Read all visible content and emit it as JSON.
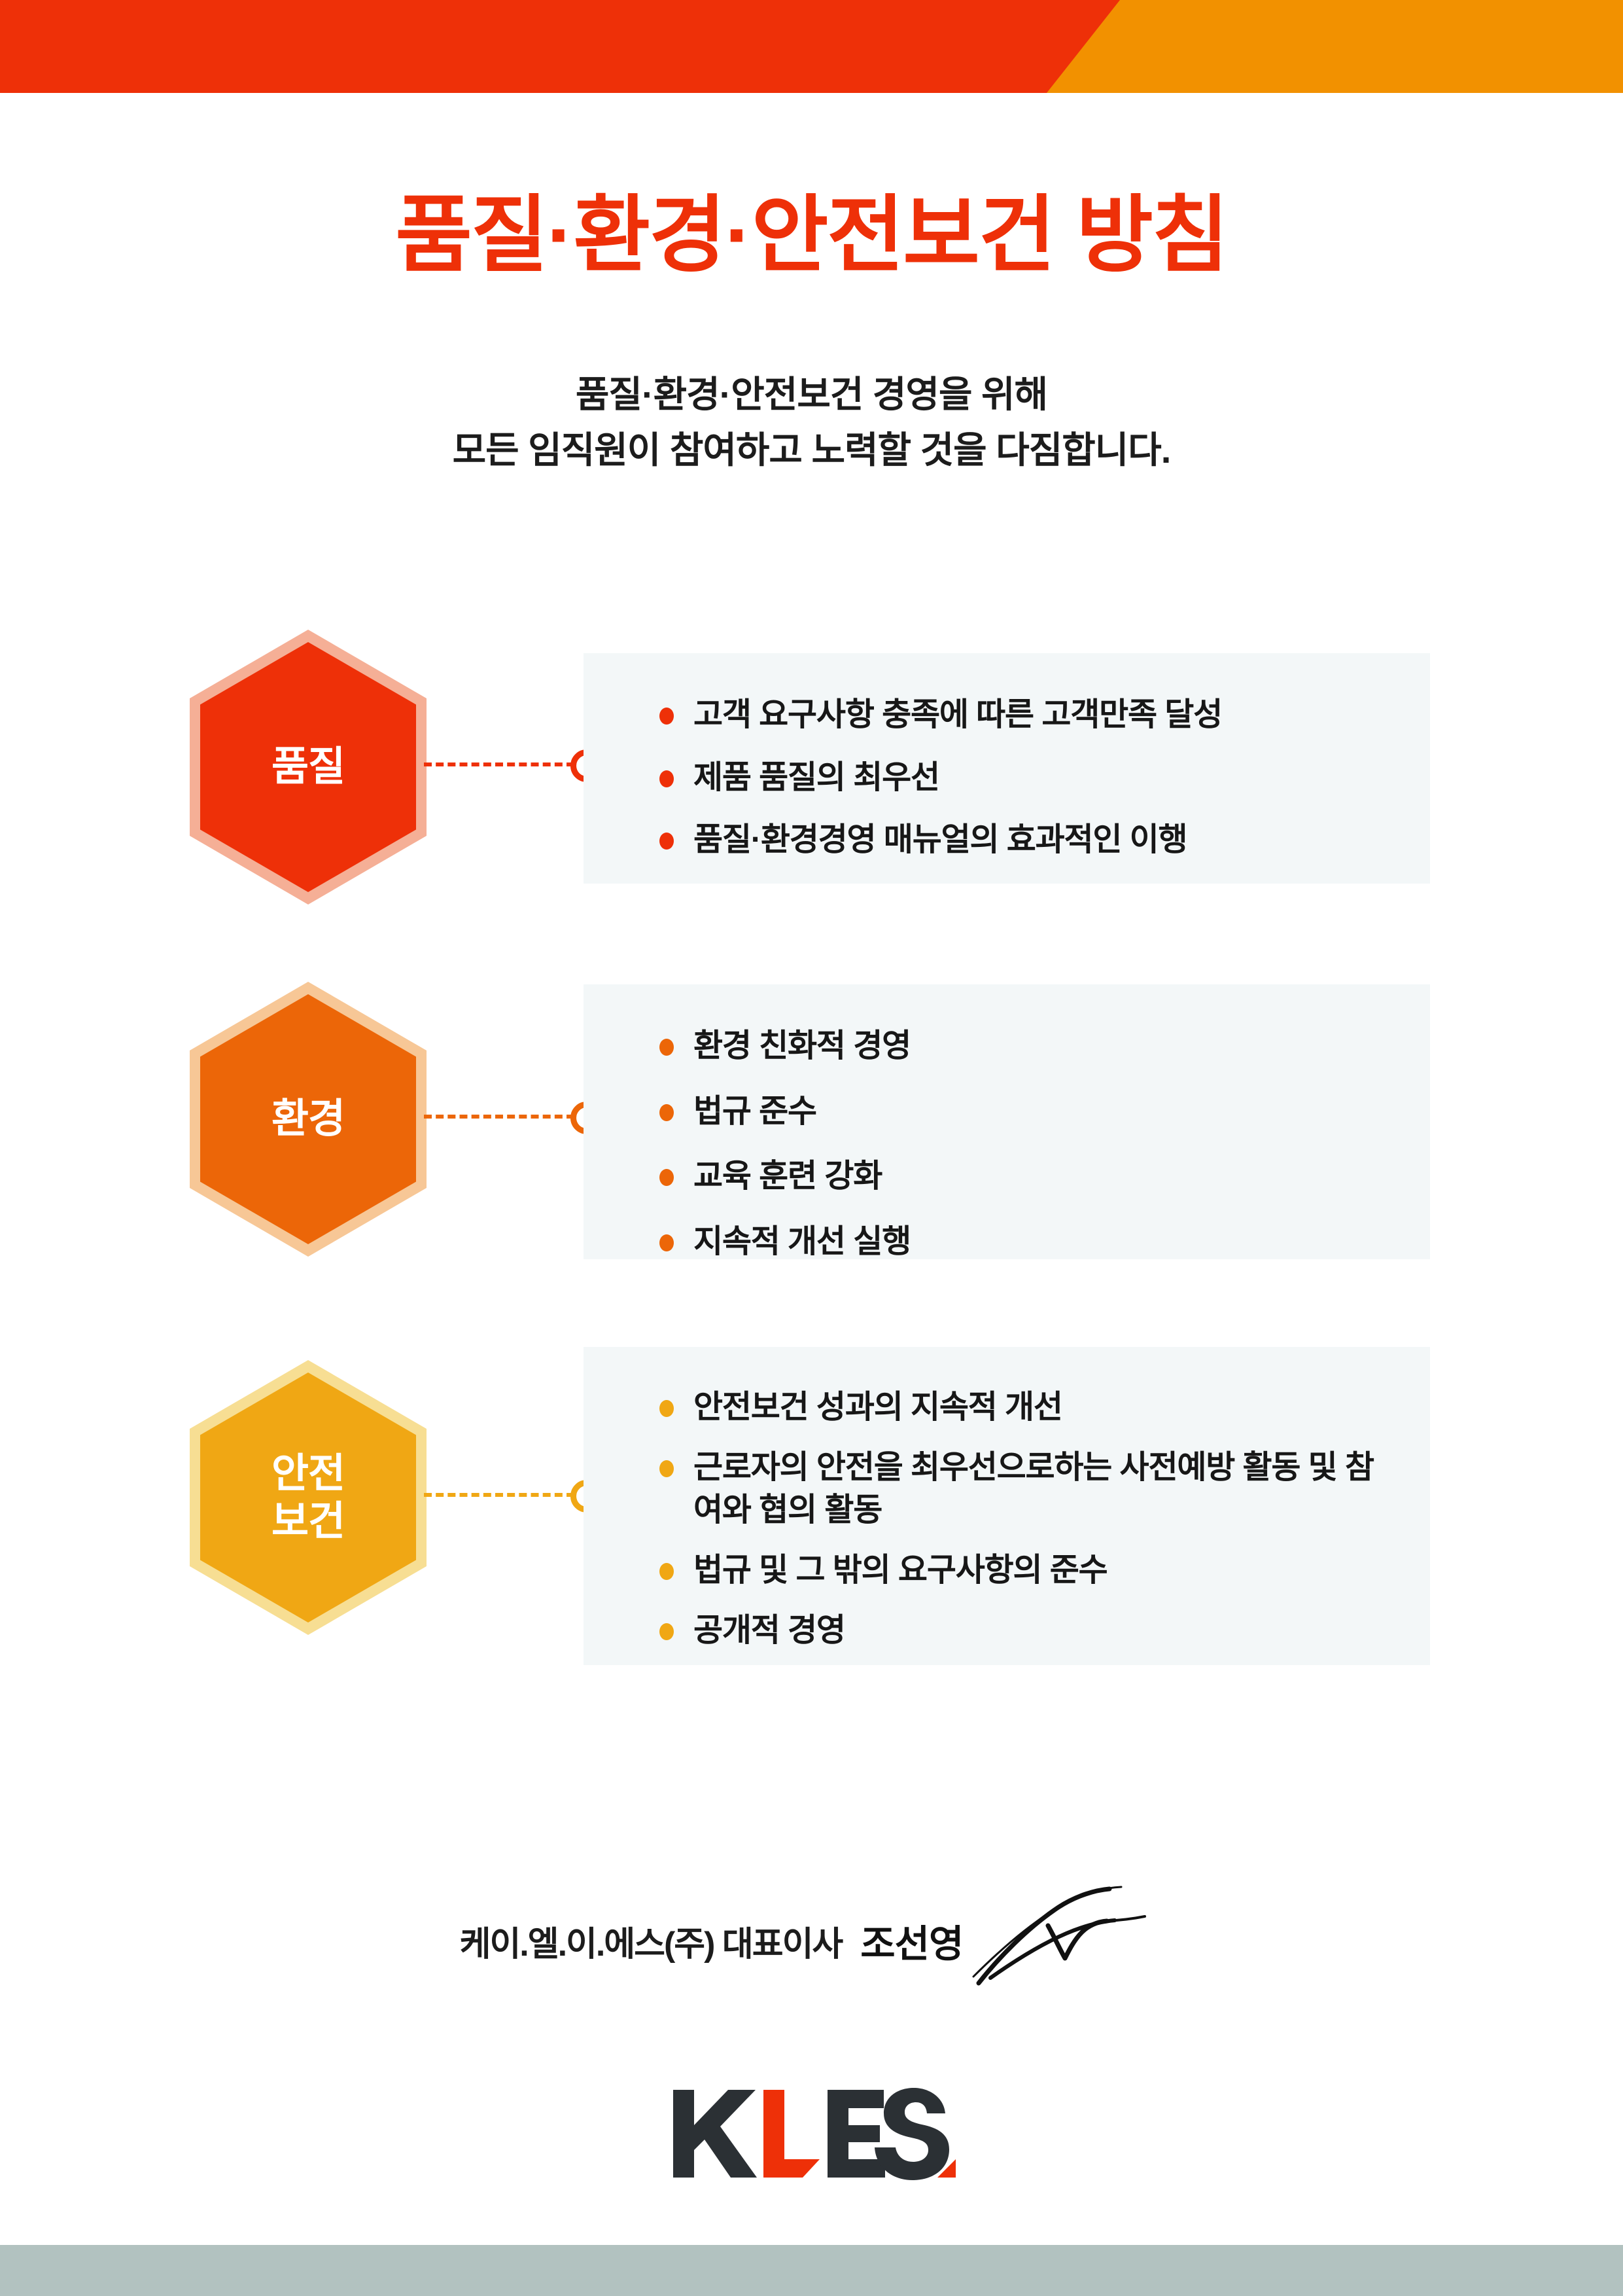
{
  "header": {
    "left_color": "#EE3008",
    "right_color": "#F29100"
  },
  "title": "품질·환경·안전보건 방침",
  "subtitle": {
    "line1": "품질·환경·안전보건 경영을 위해",
    "line2": "모든 임직원이 참여하고 노력할 것을 다짐합니다."
  },
  "sections": [
    {
      "hex_label_line1": "품질",
      "hex_label_line2": "",
      "fill_color": "#EE3008",
      "border_color": "#F5AF96",
      "bullets": [
        "고객 요구사항 충족에 따른 고객만족 달성",
        "제품 품질의 최우선",
        "품질·환경경영 매뉴얼의 효과적인 이행"
      ]
    },
    {
      "hex_label_line1": "환경",
      "hex_label_line2": "",
      "fill_color": "#EC6608",
      "border_color": "#F7C796",
      "bullets": [
        "환경 친화적 경영",
        "법규 준수",
        "교육 훈련 강화",
        "지속적 개선 실행"
      ]
    },
    {
      "hex_label_line1": "안전",
      "hex_label_line2": "보건",
      "fill_color": "#F0A714",
      "border_color": "#F7DE93",
      "bullets": [
        "안전보건 성과의 지속적 개선",
        "근로자의 안전을 최우선으로하는 사전예방 활동 및 참여와 협의 활동",
        "법규 및 그 밖의 요구사항의 준수",
        "공개적 경영"
      ]
    }
  ],
  "panel_background": "#F3F7F8",
  "signature": {
    "organization": "케이.엘.이.에스(주) 대표이사",
    "name": "조선영",
    "mark": "handwritten-signature"
  },
  "logo": {
    "text": "KLES.",
    "dark_color": "#2B3034",
    "accent_color": "#EE3008"
  },
  "bottom_bar_color": "#B2C2C0"
}
